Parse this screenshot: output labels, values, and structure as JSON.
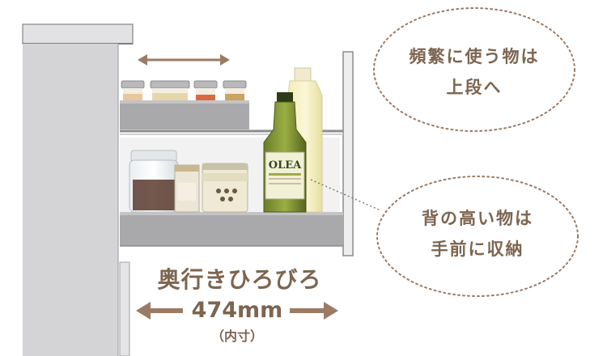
{
  "callouts": {
    "top": {
      "line1": "頻繁に使う物は",
      "line2": "上段へ"
    },
    "bottom": {
      "line1": "背の高い物は",
      "line2": "手前に収納"
    }
  },
  "dimension": {
    "caption": "奥行きひろびろ",
    "value": "474mm",
    "note": "（内寸）"
  },
  "product_labels": {
    "bottle_brand": "OLEA"
  },
  "colors": {
    "accent_brown": "#9b7b64",
    "text_brown": "#7d6550",
    "cabinet_gray": "#d4d4d6",
    "drawer_gray": "#a8a8a8"
  }
}
